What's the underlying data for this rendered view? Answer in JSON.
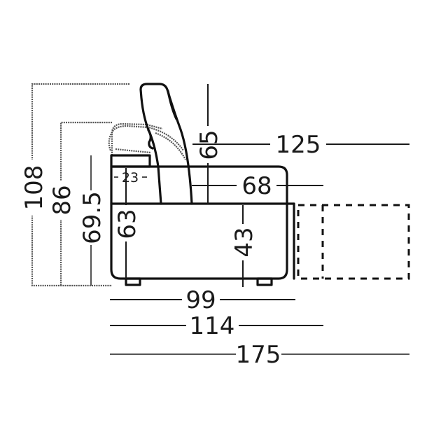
{
  "diagram": {
    "subject": "Sofa side profile with dimensions",
    "dimensions": {
      "total_height": "108",
      "headrest_lowered_height": "86",
      "backrest_height": "69.5",
      "seat_depth_inner": "23",
      "arm_height": "63",
      "back_height_above_seat": "65",
      "extended_depth": "125",
      "seat_depth": "68",
      "seat_height": "43",
      "base_depth": "99",
      "depth_with_footrest": "114",
      "total_extended_depth": "175"
    }
  }
}
